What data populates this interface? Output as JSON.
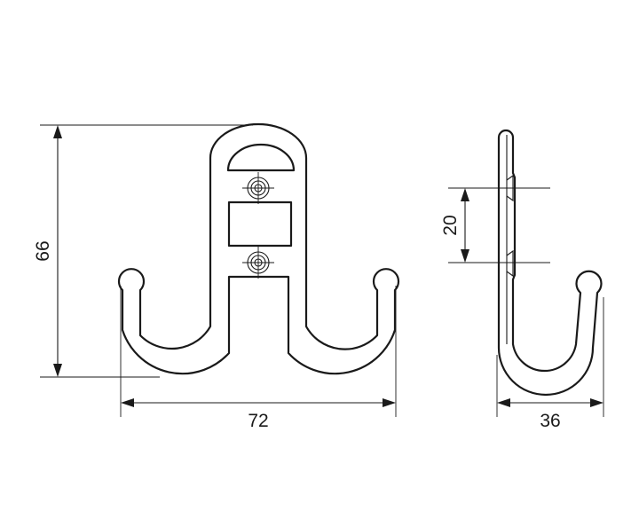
{
  "dimensions": {
    "height": "66",
    "width": "72",
    "screw_spacing": "20",
    "depth": "36"
  }
}
